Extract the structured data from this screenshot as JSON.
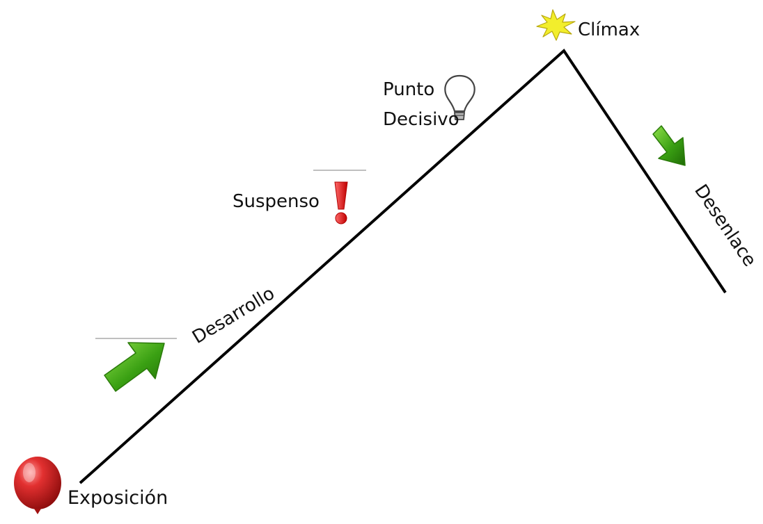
{
  "diagram": {
    "stages": {
      "exposicion": {
        "label": "Exposición",
        "icon": "red-balloon-icon"
      },
      "desarrollo": {
        "label": "Desarrollo",
        "icon": "green-arrow-up-icon"
      },
      "suspenso": {
        "label": "Suspenso",
        "icon": "red-exclamation-icon"
      },
      "punto_decisivo": {
        "label_line1": "Punto",
        "label_line2": "Decisivo",
        "icon": "lightbulb-icon"
      },
      "climax": {
        "label": "Clímax",
        "icon": "yellow-starburst-icon"
      },
      "desenlace": {
        "label": "Desenlace",
        "icon": "green-arrow-down-icon"
      }
    },
    "colors": {
      "line": "#000000",
      "arrow_green": "#3aa013",
      "balloon_red": "#d92020",
      "exclamation_red": "#e02020",
      "starburst_yellow": "#f2ee2c"
    }
  }
}
